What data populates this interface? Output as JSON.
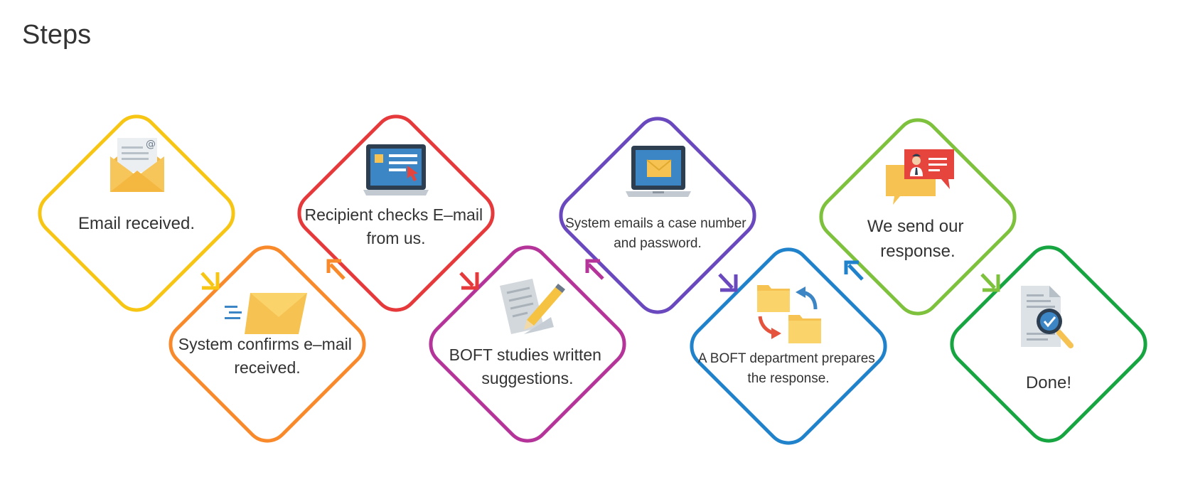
{
  "page": {
    "title": "Steps"
  },
  "colors": {
    "yellow": "#F7C514",
    "orange": "#F98A2B",
    "red": "#E5393B",
    "magenta": "#B43499",
    "purple": "#6A48BE",
    "blue": "#1F82CB",
    "lime": "#7EC13D",
    "green": "#17A541",
    "text": "#333333"
  },
  "steps": [
    {
      "label_lines": [
        "Email received."
      ],
      "icon": "envelope-open-icon",
      "color": "#F7C514"
    },
    {
      "label_lines": [
        "System confirms e–mail",
        "received."
      ],
      "icon": "envelope-sending-icon",
      "color": "#F98A2B"
    },
    {
      "label_lines": [
        "Recipient checks E–mail",
        "from us."
      ],
      "icon": "laptop-cursor-icon",
      "color": "#E5393B"
    },
    {
      "label_lines": [
        "BOFT studies written",
        "suggestions."
      ],
      "icon": "document-pencil-icon",
      "color": "#B43499"
    },
    {
      "label_lines": [
        "System emails a case number",
        "and password."
      ],
      "icon": "laptop-mail-icon",
      "color": "#6A48BE"
    },
    {
      "label_lines": [
        "A BOFT department prepares",
        "the response."
      ],
      "icon": "folder-transfer-icon",
      "color": "#1F82CB"
    },
    {
      "label_lines": [
        "We send our",
        "response."
      ],
      "icon": "chat-bubbles-icon",
      "color": "#7EC13D"
    },
    {
      "label_lines": [
        "Done!"
      ],
      "icon": "document-magnifier-icon",
      "color": "#17A541"
    }
  ]
}
